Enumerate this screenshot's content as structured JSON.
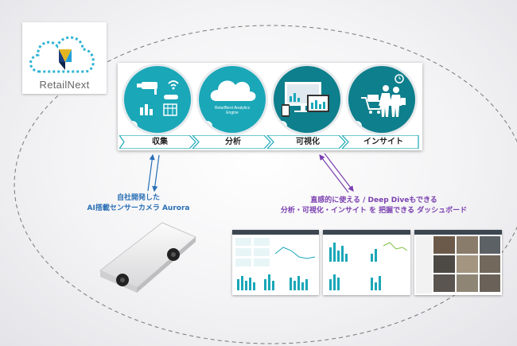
{
  "logo": {
    "text": "RetailNext"
  },
  "steps": [
    {
      "number": "1",
      "label": "収集",
      "icon": "data-collection-icon"
    },
    {
      "number": "2",
      "label": "分析",
      "icon": "cloud-analytics-icon",
      "caption_line1": "RetailNext Analytics",
      "caption_line2": "Engine"
    },
    {
      "number": "3",
      "label": "可視化",
      "icon": "devices-icon"
    },
    {
      "number": "4",
      "label": "インサイト",
      "icon": "shoppers-icon"
    }
  ],
  "camera": {
    "line1": "自社開発した",
    "line2": "AI搭載センサーカメラ Aurora"
  },
  "dashboard": {
    "line1": "直感的に使える / Deep Diveもできる",
    "line2": "分析・可視化・インサイト を 把握できる ダッシュボード"
  },
  "colors": {
    "teal": "#1aa7b8",
    "dark_teal": "#0e7f8c",
    "blue_arrow": "#2a6fb5",
    "purple_arrow": "#7a3fb0"
  }
}
